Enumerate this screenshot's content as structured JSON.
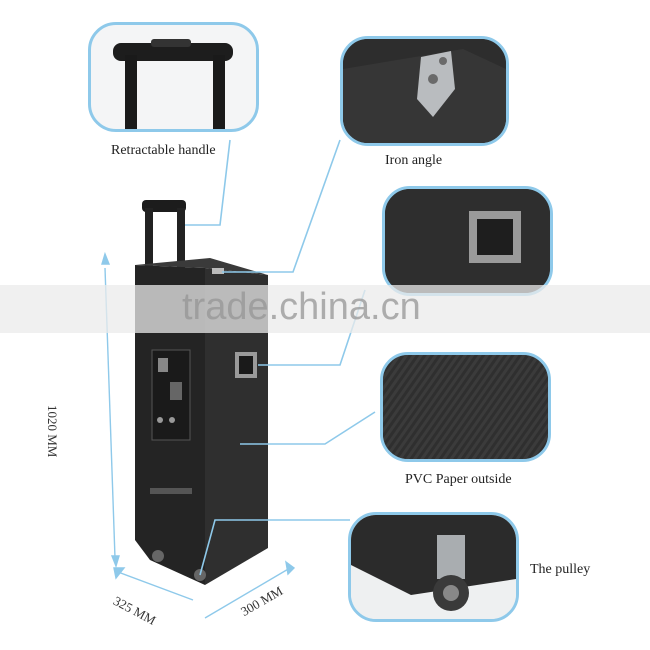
{
  "labels": {
    "handle": "Retractable handle",
    "iron_angle": "Iron angle",
    "pvc": "PVC Paper outside",
    "pulley": "The pulley"
  },
  "dimensions": {
    "height": "1020 MM",
    "depth": "325 MM",
    "width": "300 MM"
  },
  "watermark": "trade.china.cn",
  "colors": {
    "callout_border": "#8ec9ea",
    "leader_line": "#8ec9ea",
    "case_body": "#2b2b2b"
  }
}
